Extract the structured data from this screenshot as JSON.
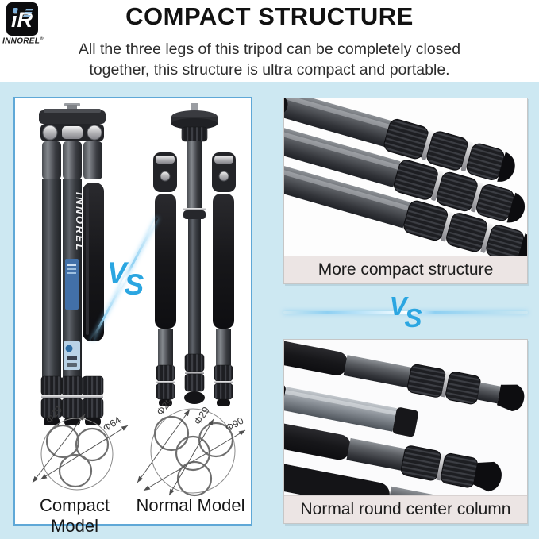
{
  "brand": {
    "logo_text": "iR",
    "name": "INNOREL",
    "registered": "®"
  },
  "header": {
    "title": "COMPACT STRUCTURE",
    "subtitle_line1": "All the three legs of this tripod can be completely closed",
    "subtitle_line2": "together, this structure is ultra compact and portable."
  },
  "vs_letters": [
    "V",
    "S"
  ],
  "left_panel": {
    "tripod_brand_vertical": "INNOREL",
    "diagrams": {
      "compact": {
        "caption": "Compact Model",
        "leg_diameter": "Φ29",
        "outer_diameter": "Φ64"
      },
      "normal": {
        "caption": "Normal Model",
        "leg_diameter": "Φ29",
        "column_diameter": "Φ29",
        "outer_diameter": "Φ90"
      }
    }
  },
  "right_panels": {
    "top_caption": "More compact structure",
    "bottom_caption": "Normal round center column"
  },
  "colors": {
    "background_blue": "#cde8f2",
    "panel_border_blue": "#5fa8d7",
    "vs_blue": "#2ba6e1",
    "caption_bar_bg": "#ece5e4",
    "title_color": "#121212",
    "logo_bg": "#0c0c0e"
  }
}
